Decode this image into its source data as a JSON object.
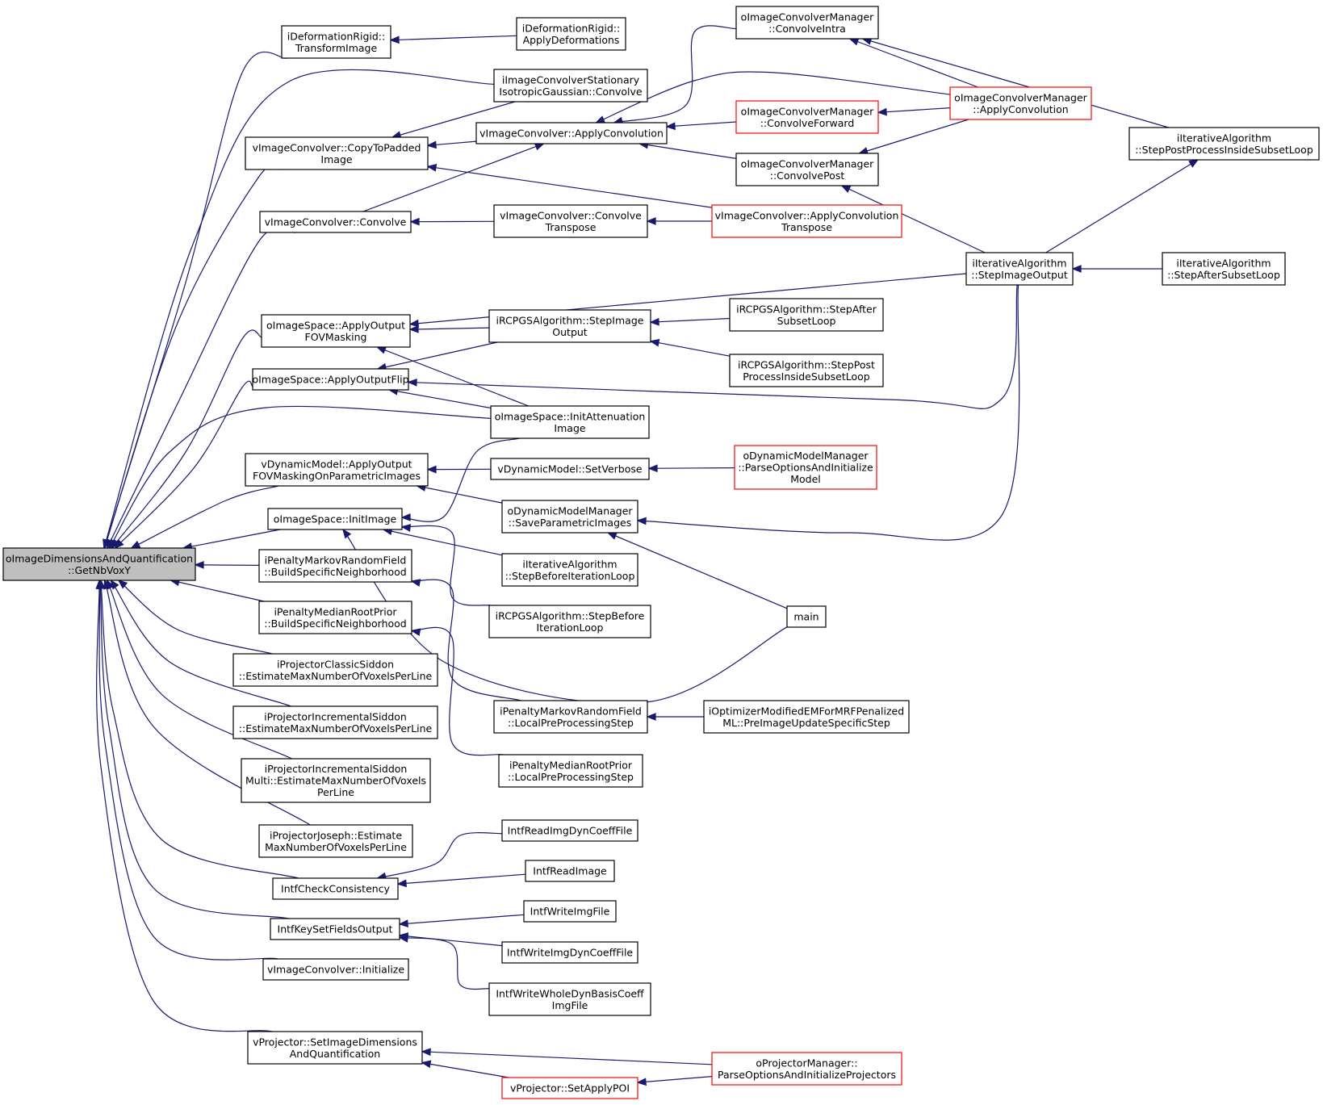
{
  "colors": {
    "edge": "#191970",
    "node_border": "#000000",
    "node_highlight_border": "#ff0000",
    "root_fill": "#bfbfbf",
    "node_fill": "#ffffff",
    "text": "#000000"
  },
  "nodes": {
    "root": {
      "lines": [
        "oImageDimensionsAndQuantification",
        "::GetNbVoxY"
      ],
      "kind": "root"
    },
    "defRigidTransform": {
      "lines": [
        "iDeformationRigid::",
        "TransformImage"
      ],
      "kind": "normal"
    },
    "defRigidApply": {
      "lines": [
        "iDeformationRigid::",
        "ApplyDeformations"
      ],
      "kind": "normal"
    },
    "convStationary": {
      "lines": [
        "iImageConvolverStationary",
        "IsotropicGaussian::Convolve"
      ],
      "kind": "normal"
    },
    "copyToPadded": {
      "lines": [
        "vImageConvolver::CopyToPadded",
        "Image"
      ],
      "kind": "normal"
    },
    "applyConv": {
      "lines": [
        "vImageConvolver::ApplyConvolution"
      ],
      "kind": "normal"
    },
    "convIntra": {
      "lines": [
        "oImageConvolverManager",
        "::ConvolveIntra"
      ],
      "kind": "normal"
    },
    "mgrApplyConv": {
      "lines": [
        "oImageConvolverManager",
        "::ApplyConvolution"
      ],
      "kind": "highlight"
    },
    "convForward": {
      "lines": [
        "oImageConvolverManager",
        "::ConvolveForward"
      ],
      "kind": "highlight"
    },
    "convPost": {
      "lines": [
        "oImageConvolverManager",
        "::ConvolvePost"
      ],
      "kind": "normal"
    },
    "stepPostInside": {
      "lines": [
        "iIterativeAlgorithm",
        "::StepPostProcessInsideSubsetLoop"
      ],
      "kind": "normal"
    },
    "convolve": {
      "lines": [
        "vImageConvolver::Convolve"
      ],
      "kind": "normal"
    },
    "convTranspose": {
      "lines": [
        "vImageConvolver::Convolve",
        "Transpose"
      ],
      "kind": "normal"
    },
    "applyConvTranspose": {
      "lines": [
        "vImageConvolver::ApplyConvolution",
        "Transpose"
      ],
      "kind": "highlight"
    },
    "stepImageOutput": {
      "lines": [
        "iIterativeAlgorithm",
        "::StepImageOutput"
      ],
      "kind": "normal"
    },
    "stepAfterSubset": {
      "lines": [
        "iIterativeAlgorithm",
        "::StepAfterSubsetLoop"
      ],
      "kind": "normal"
    },
    "applyFOVMasking": {
      "lines": [
        "oImageSpace::ApplyOutput",
        "FOVMasking"
      ],
      "kind": "normal"
    },
    "rcpgsStepImageOutput": {
      "lines": [
        "iRCPGSAlgorithm::StepImage",
        "Output"
      ],
      "kind": "normal"
    },
    "rcpgsStepAfterSubset": {
      "lines": [
        "iRCPGSAlgorithm::StepAfter",
        "SubsetLoop"
      ],
      "kind": "normal"
    },
    "rcpgsStepPostInside": {
      "lines": [
        "iRCPGSAlgorithm::StepPost",
        "ProcessInsideSubsetLoop"
      ],
      "kind": "normal"
    },
    "applyOutputFlip": {
      "lines": [
        "oImageSpace::ApplyOutputFlip"
      ],
      "kind": "normal"
    },
    "initAttenuation": {
      "lines": [
        "oImageSpace::InitAttenuation",
        "Image"
      ],
      "kind": "normal"
    },
    "dynApplyMasking": {
      "lines": [
        "vDynamicModel::ApplyOutput",
        "FOVMaskingOnParametricImages"
      ],
      "kind": "normal"
    },
    "dynSetVerbose": {
      "lines": [
        "vDynamicModel::SetVerbose"
      ],
      "kind": "normal"
    },
    "dynMgrParse": {
      "lines": [
        "oDynamicModelManager",
        "::ParseOptionsAndInitialize",
        "Model"
      ],
      "kind": "highlight"
    },
    "dynMgrSave": {
      "lines": [
        "oDynamicModelManager",
        "::SaveParametricImages"
      ],
      "kind": "normal"
    },
    "initImage": {
      "lines": [
        "oImageSpace::InitImage"
      ],
      "kind": "normal"
    },
    "iterStepBefore": {
      "lines": [
        "iIterativeAlgorithm",
        "::StepBeforeIterationLoop"
      ],
      "kind": "normal"
    },
    "rcpgsStepBefore": {
      "lines": [
        "iRCPGSAlgorithm::StepBefore",
        "IterationLoop"
      ],
      "kind": "normal"
    },
    "main": {
      "lines": [
        "main"
      ],
      "kind": "normal"
    },
    "mrfBuild": {
      "lines": [
        "iPenaltyMarkovRandomField",
        "::BuildSpecificNeighborhood"
      ],
      "kind": "normal"
    },
    "mrpBuild": {
      "lines": [
        "iPenaltyMedianRootPrior",
        "::BuildSpecificNeighborhood"
      ],
      "kind": "normal"
    },
    "mrfLocal": {
      "lines": [
        "iPenaltyMarkovRandomField",
        "::LocalPreProcessingStep"
      ],
      "kind": "normal"
    },
    "optMRF": {
      "lines": [
        "iOptimizerModifiedEMForMRFPenalized",
        "ML::PreImageUpdateSpecificStep"
      ],
      "kind": "normal"
    },
    "mrpLocal": {
      "lines": [
        "iPenaltyMedianRootPrior",
        "::LocalPreProcessingStep"
      ],
      "kind": "normal"
    },
    "projClassic": {
      "lines": [
        "iProjectorClassicSiddon",
        "::EstimateMaxNumberOfVoxelsPerLine"
      ],
      "kind": "normal"
    },
    "projIncremental": {
      "lines": [
        "iProjectorIncrementalSiddon",
        "::EstimateMaxNumberOfVoxelsPerLine"
      ],
      "kind": "normal"
    },
    "projIncMulti": {
      "lines": [
        "iProjectorIncrementalSiddon",
        "Multi::EstimateMaxNumberOfVoxels",
        "PerLine"
      ],
      "kind": "normal"
    },
    "projJoseph": {
      "lines": [
        "iProjectorJoseph::Estimate",
        "MaxNumberOfVoxelsPerLine"
      ],
      "kind": "normal"
    },
    "intfCheck": {
      "lines": [
        "IntfCheckConsistency"
      ],
      "kind": "normal"
    },
    "intfReadDyn": {
      "lines": [
        "IntfReadImgDynCoeffFile"
      ],
      "kind": "normal"
    },
    "intfReadImage": {
      "lines": [
        "IntfReadImage"
      ],
      "kind": "normal"
    },
    "intfKeySet": {
      "lines": [
        "IntfKeySetFieldsOutput"
      ],
      "kind": "normal"
    },
    "intfWriteImg": {
      "lines": [
        "IntfWriteImgFile"
      ],
      "kind": "normal"
    },
    "intfWriteDyn": {
      "lines": [
        "IntfWriteImgDynCoeffFile"
      ],
      "kind": "normal"
    },
    "intfWriteWhole": {
      "lines": [
        "IntfWriteWholeDynBasisCoeff",
        "ImgFile"
      ],
      "kind": "normal"
    },
    "convInitialize": {
      "lines": [
        "vImageConvolver::Initialize"
      ],
      "kind": "normal"
    },
    "projSetDims": {
      "lines": [
        "vProjector::SetImageDimensions",
        "AndQuantification"
      ],
      "kind": "normal"
    },
    "projMgrParse": {
      "lines": [
        "oProjectorManager::",
        "ParseOptionsAndInitializeProjectors"
      ],
      "kind": "highlight"
    },
    "projSetPOI": {
      "lines": [
        "vProjector::SetApplyPOI"
      ],
      "kind": "highlight"
    }
  }
}
